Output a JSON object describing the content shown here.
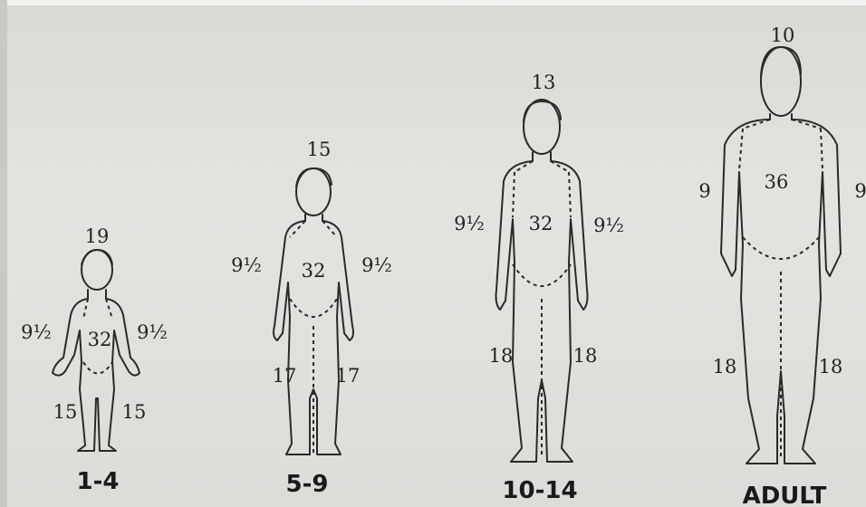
{
  "figures": [
    {
      "age_label": "1-4",
      "head": "19",
      "arm_left": "9½",
      "arm_right": "9½",
      "trunk": "32",
      "leg_left": "15",
      "leg_right": "15"
    },
    {
      "age_label": "5-9",
      "head": "15",
      "arm_left": "9½",
      "arm_right": "9½",
      "trunk": "32",
      "leg_left": "17",
      "leg_right": "17"
    },
    {
      "age_label": "10-14",
      "head": "13",
      "arm_left": "9½",
      "arm_right": "9½",
      "trunk": "32",
      "leg_left": "18",
      "leg_right": "18"
    },
    {
      "age_label": "ADULT",
      "head": "10",
      "arm_left": "9",
      "arm_right": "9",
      "trunk": "36",
      "leg_left": "18",
      "leg_right": "18"
    }
  ]
}
